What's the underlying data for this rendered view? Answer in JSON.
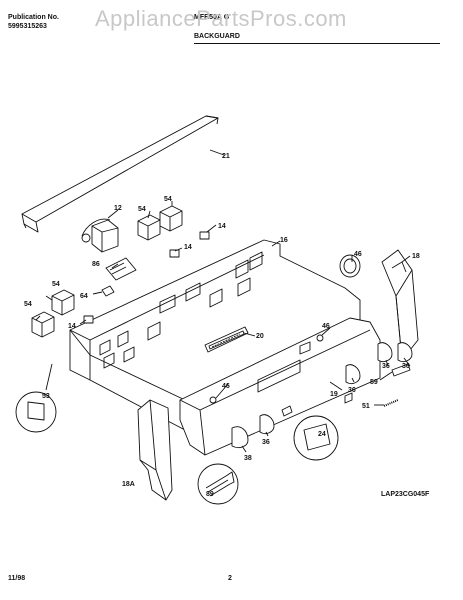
{
  "header": {
    "publication_label": "Publication No.",
    "publication_number": "5995315263",
    "model_code": "MFR50A G",
    "section_title": "BACKGUARD"
  },
  "watermark": "AppliancePartsPros.com",
  "diagram_code": "LAP23CG045F",
  "footer": {
    "date": "11/98",
    "page": "2"
  },
  "callouts": {
    "c21": "21",
    "c12": "12",
    "c54a": "54",
    "c54b": "54",
    "c54c": "54",
    "c54d": "54",
    "c14a": "14",
    "c14b": "14",
    "c14c": "14",
    "c16": "16",
    "c18": "18",
    "c46a": "46",
    "c86": "86",
    "c64": "64",
    "c46b": "46",
    "c20": "20",
    "c36a": "36",
    "c36b": "36",
    "c36c": "36",
    "c36d": "36",
    "c59": "59",
    "c51": "51",
    "c19": "19",
    "c46c": "46",
    "c53": "53",
    "c24": "24",
    "c18a": "18A",
    "c38": "38",
    "c89": "89"
  }
}
